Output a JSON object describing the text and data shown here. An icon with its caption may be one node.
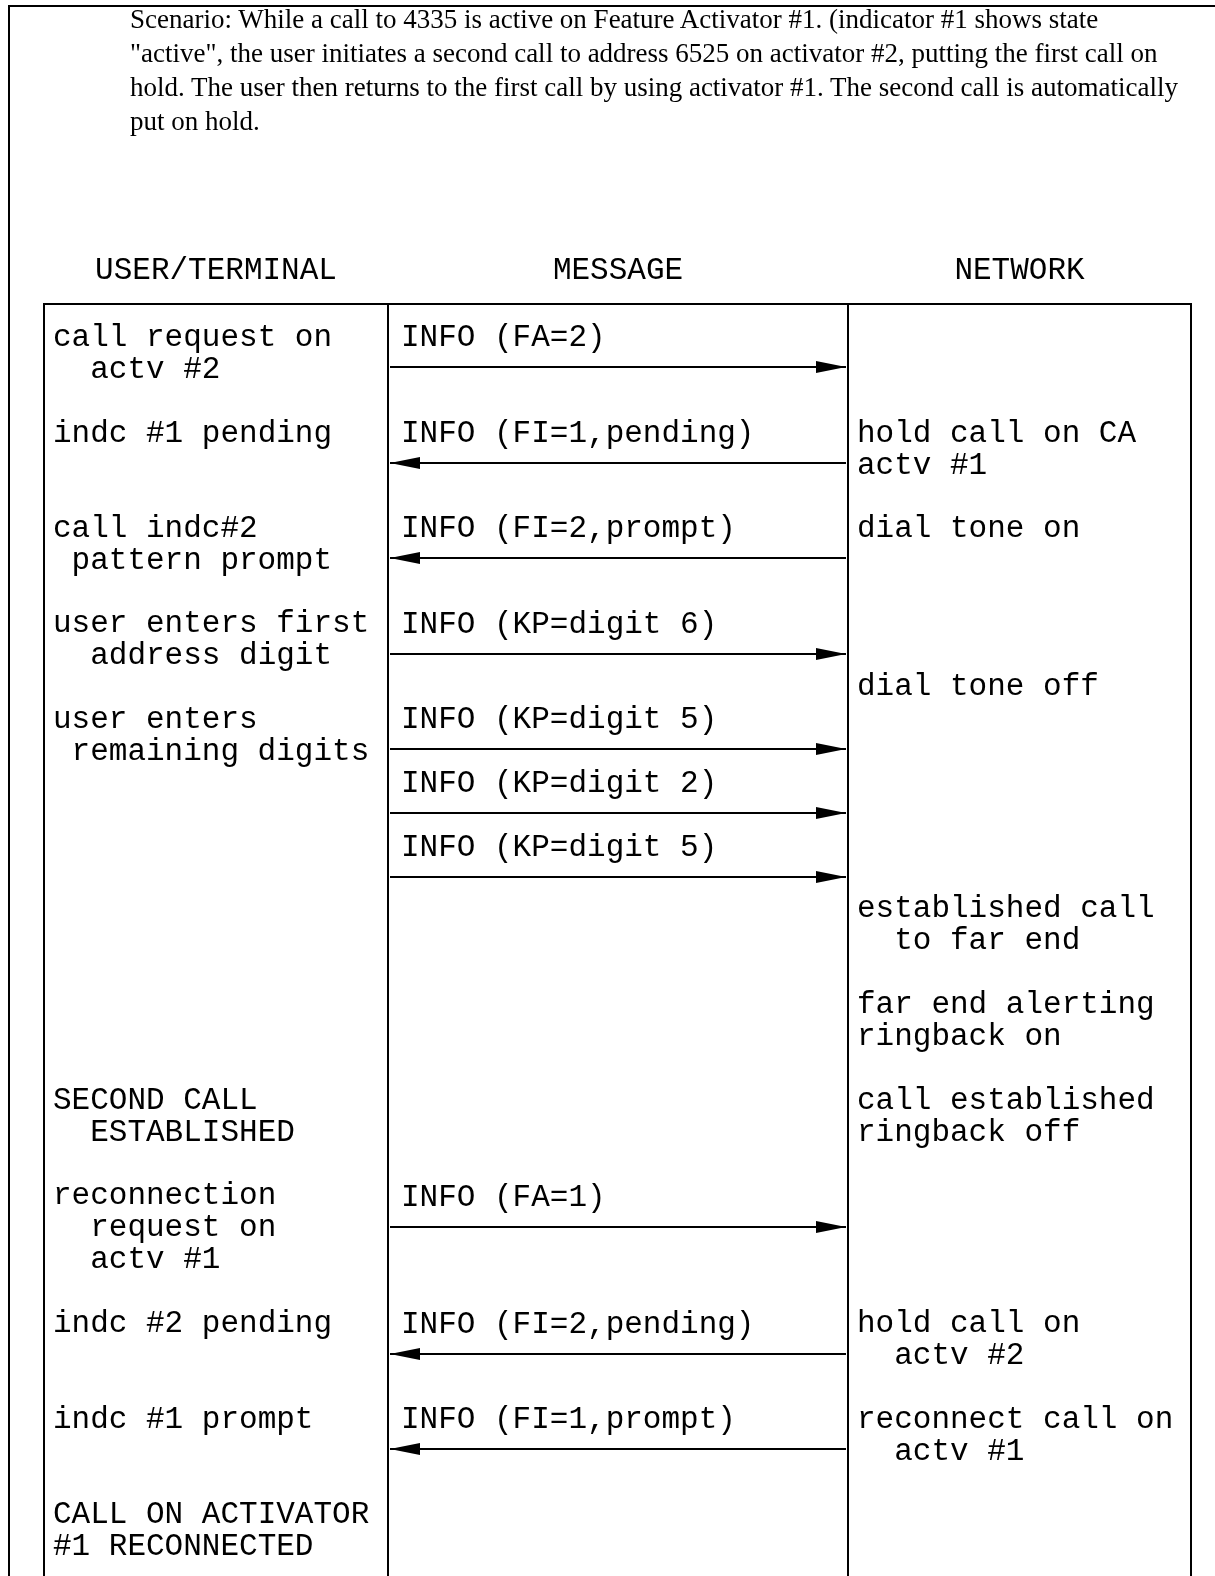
{
  "diagram": {
    "nodes": [
      {
        "text": [
          "USER/TERMINAL",
          "call request on actv #2",
          "indc #1 pending",
          "call indc#2 pattern prompt",
          "user enters first address digit",
          "user enters remaining digits",
          "SECOND CALL ESTABLISHED",
          "reconnection request on actv #1",
          "indc #2 pending",
          "indc #1 prompt",
          "CALL ON ACTIVATOR #1 RECONNECTED"
        ]
      },
      {
        "text": [
          "NETWORK",
          "hold call on CA actv #1",
          "dial tone on",
          "dial tone off",
          "established call to far end",
          "far end alerting ringback on",
          "call established ringback off",
          "hold call on actv #2",
          "reconnect call on actv #1"
        ]
      }
    ],
    "edges": [
      {
        "from": 0,
        "to": 1,
        "arrow": "to",
        "label": "INFO (FA=2)"
      },
      {
        "from": 1,
        "to": 0,
        "arrow": "to",
        "label": "INFO (FI=1,pending)"
      },
      {
        "from": 1,
        "to": 0,
        "arrow": "to",
        "label": "INFO (FI=2,prompt)"
      },
      {
        "from": 0,
        "to": 1,
        "arrow": "to",
        "label": "INFO (KP=digit 6)"
      },
      {
        "from": 0,
        "to": 1,
        "arrow": "to",
        "label": "INFO (KP=digit 5)"
      },
      {
        "from": 0,
        "to": 1,
        "arrow": "to",
        "label": "INFO (KP=digit 2)"
      },
      {
        "from": 0,
        "to": 1,
        "arrow": "to",
        "label": "INFO (KP=digit 5)"
      },
      {
        "from": 0,
        "to": 1,
        "arrow": "to",
        "label": "INFO (FA=1)"
      },
      {
        "from": 1,
        "to": 0,
        "arrow": "to",
        "label": "INFO (FI=2,pending)"
      },
      {
        "from": 1,
        "to": 0,
        "arrow": "to",
        "label": "INFO (FI=1,prompt)"
      }
    ],
    "labels": [
      "Scenario: While a call to 4335 is active on Feature Activator #1. (indicator #1 shows state \"active\", the user initiates a second call to address 6525 on activator #2, putting the first call on hold. The user then returns to the first call by using activator #1.  The second call is automatically put on hold.",
      "MESSAGE"
    ]
  }
}
